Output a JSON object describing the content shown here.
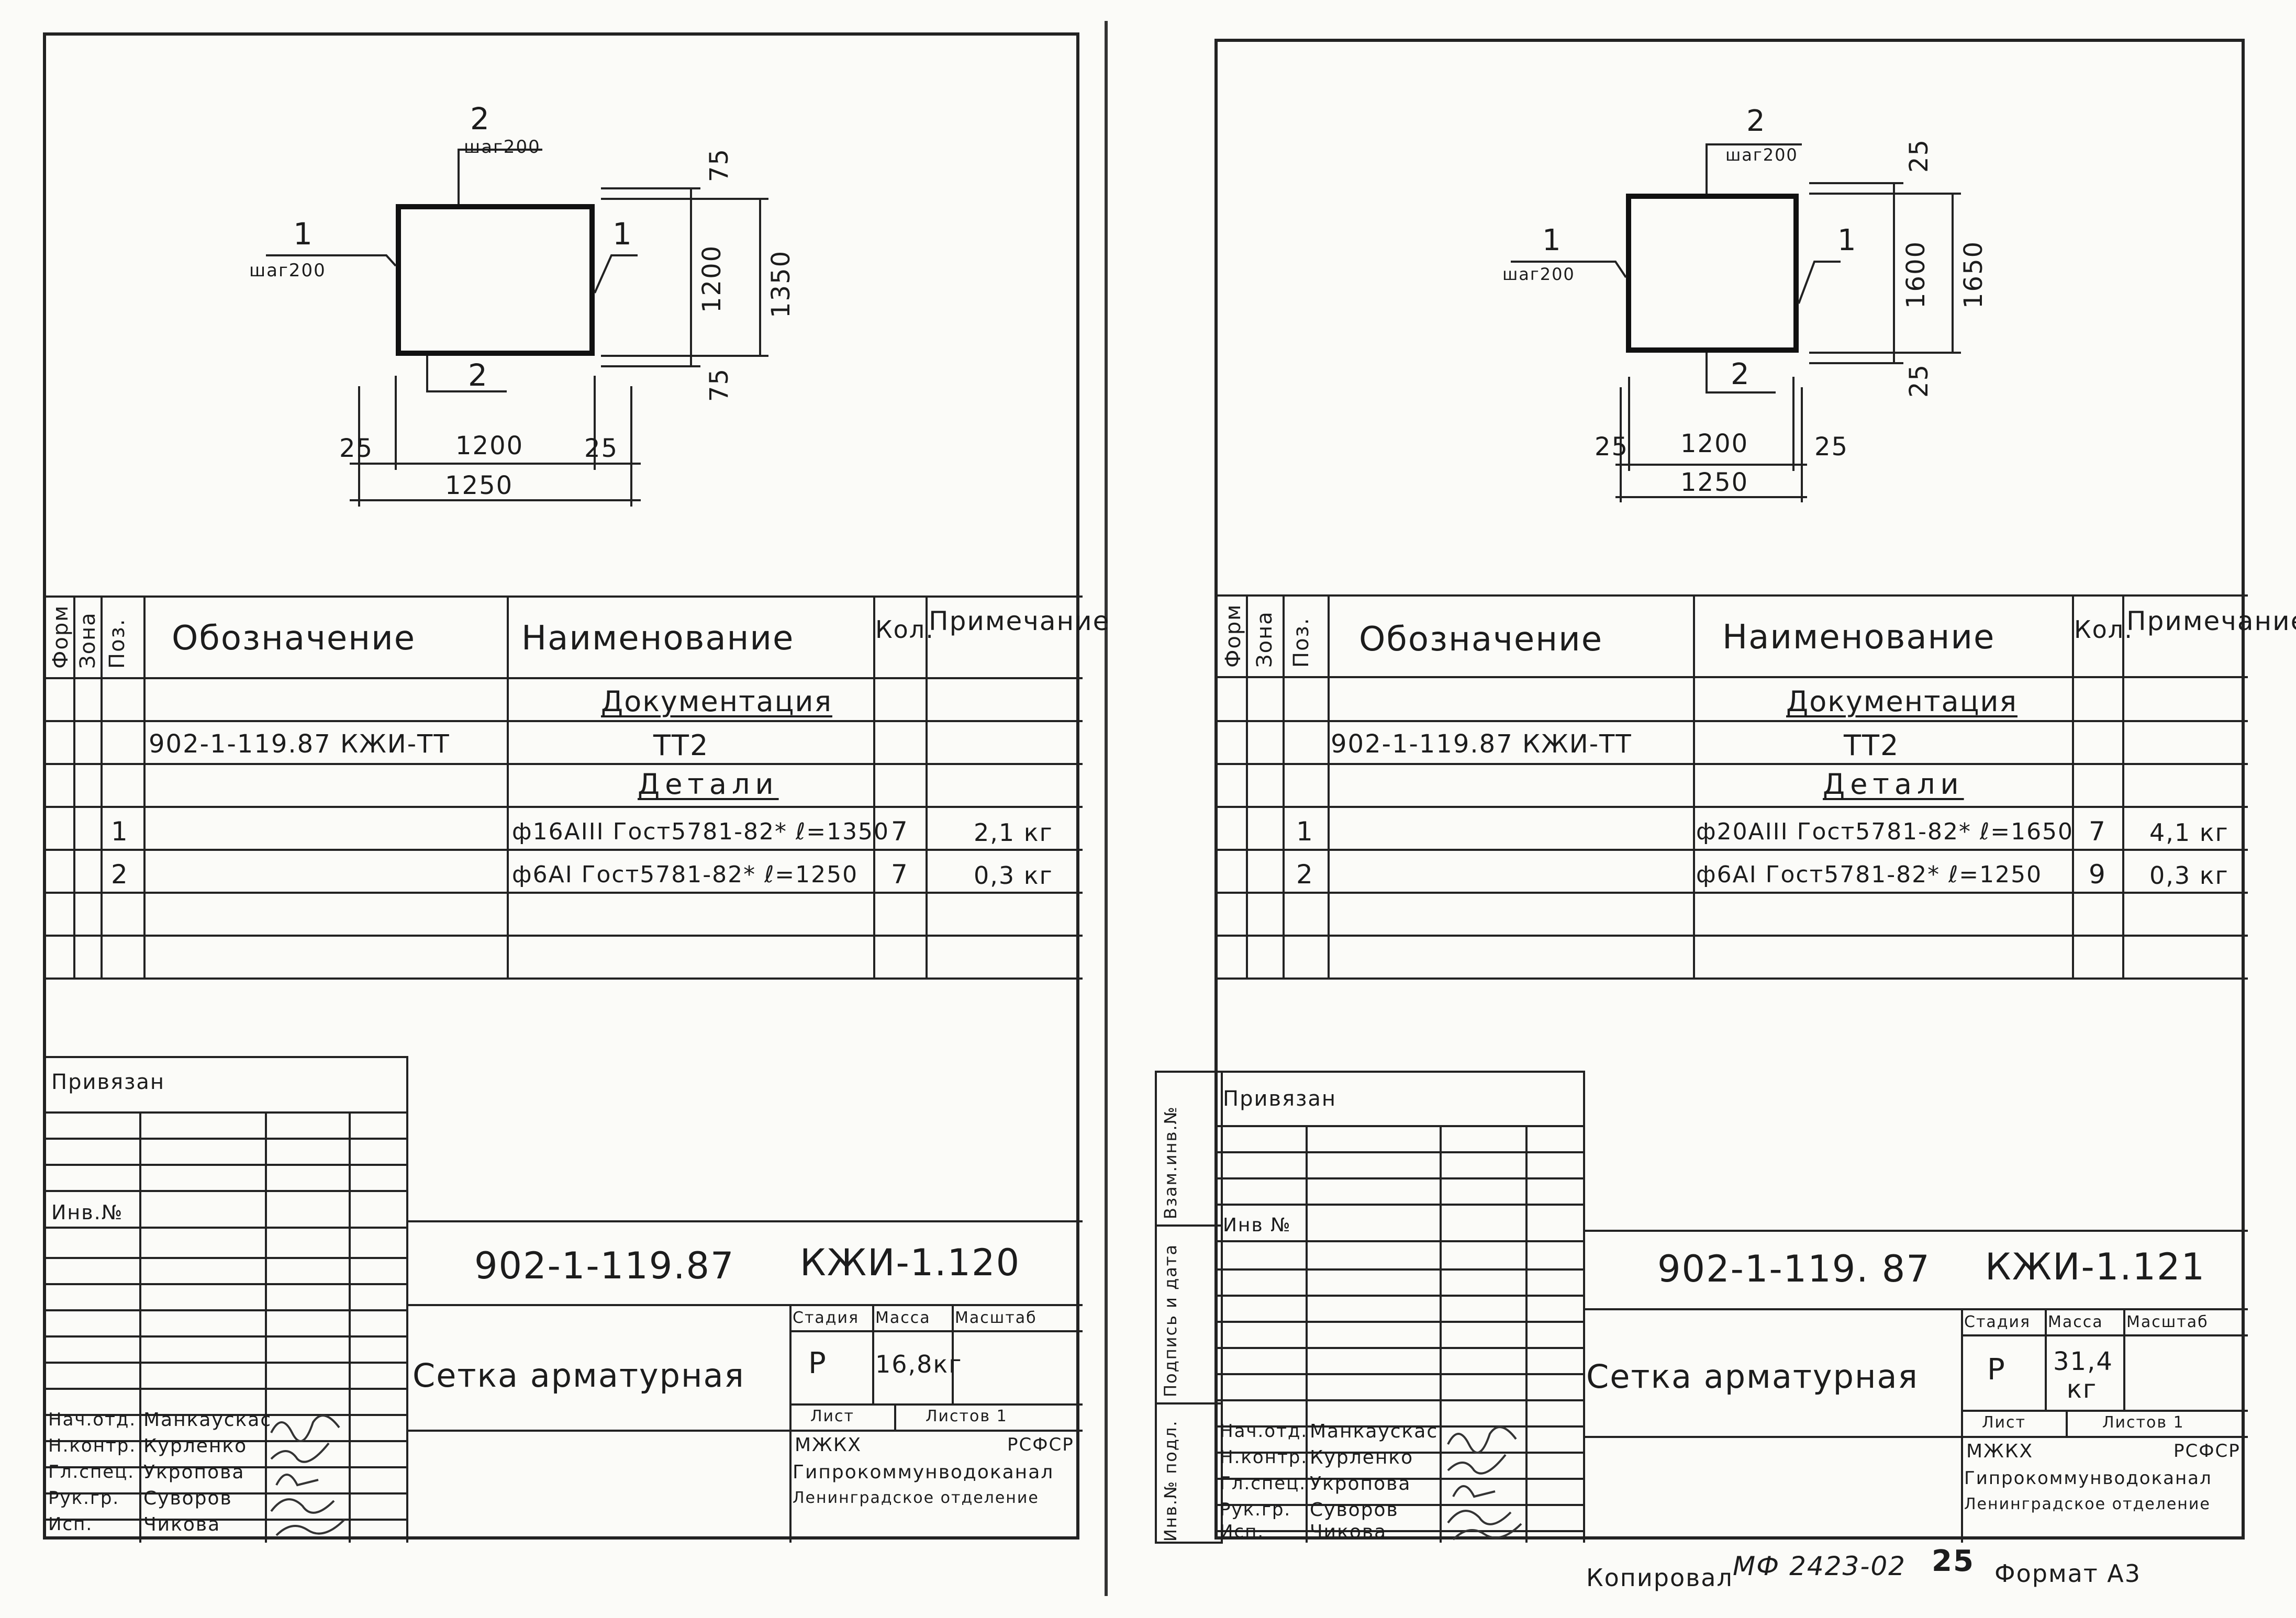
{
  "sheets": [
    {
      "drawing": {
        "bar_top_label": "2",
        "bar_top_step": "шаг200",
        "bar_left_label": "1",
        "bar_left_step": "шаг200",
        "bar_right_label": "1",
        "bar_bottom_label": "2",
        "dim_top": "75",
        "dim_height": "1200",
        "dim_total_h": "1350",
        "dim_bottom": "75",
        "dim_left": "25",
        "dim_width": "1200",
        "dim_right": "25",
        "dim_total_w": "1250"
      },
      "spec": {
        "headers": {
          "format": "Форм",
          "zone": "Зона",
          "pos": "Поз.",
          "designation": "Обозначение",
          "name": "Наименование",
          "qty": "Кол.",
          "note": "Примечание"
        },
        "rows": [
          {
            "pos": "",
            "designation": "",
            "name": "Документация",
            "qty": "",
            "note": ""
          },
          {
            "pos": "",
            "designation": "902-1-119.87 КЖИ-ТТ",
            "name": "ТТ2",
            "qty": "",
            "note": ""
          },
          {
            "pos": "",
            "designation": "",
            "name": "Детали",
            "qty": "",
            "note": ""
          },
          {
            "pos": "1",
            "designation": "",
            "name": "ф16АIII Гост5781-82* ℓ=1350",
            "qty": "7",
            "note": "2,1 кг"
          },
          {
            "pos": "2",
            "designation": "",
            "name": "ф6АI Гост5781-82* ℓ=1250",
            "qty": "7",
            "note": "0,3 кг"
          }
        ]
      },
      "stamp": {
        "privyazan": "Привязан",
        "inv": "Инв.№",
        "code": "902-1-119.87",
        "sheet_code": "КЖИ-1.120",
        "title": "Сетка арматурная",
        "stage_label": "Стадия",
        "mass_label": "Масса",
        "scale_label": "Масштаб",
        "stage": "Р",
        "mass": "16,8кг",
        "list_label": "Лист",
        "lists_label": "Листов 1",
        "org1": "МЖКХ",
        "org2": "РСФСР",
        "org3": "Гипрокоммунводоканал",
        "org4": "Ленинградское отделение",
        "people": [
          {
            "role": "Нач.отд.",
            "name": "Манкаускас"
          },
          {
            "role": "Н.контр.",
            "name": "Курленко"
          },
          {
            "role": "Гл.спец.",
            "name": "Укропова"
          },
          {
            "role": "Рук.гр.",
            "name": "Суворов"
          },
          {
            "role": "Исп.",
            "name": "Чикова"
          }
        ]
      }
    },
    {
      "drawing": {
        "bar_top_label": "2",
        "bar_top_step": "шаг200",
        "bar_left_label": "1",
        "bar_left_step": "шаг200",
        "bar_right_label": "1",
        "bar_bottom_label": "2",
        "dim_top": "25",
        "dim_height": "1600",
        "dim_total_h": "1650",
        "dim_bottom": "25",
        "dim_left": "25",
        "dim_width": "1200",
        "dim_right": "25",
        "dim_total_w": "1250"
      },
      "spec": {
        "headers": {
          "format": "Форм",
          "zone": "Зона",
          "pos": "Поз.",
          "designation": "Обозначение",
          "name": "Наименование",
          "qty": "Кол.",
          "note": "Примечание"
        },
        "rows": [
          {
            "pos": "",
            "designation": "",
            "name": "Документация",
            "qty": "",
            "note": ""
          },
          {
            "pos": "",
            "designation": "902-1-119.87 КЖИ-ТТ",
            "name": "ТТ2",
            "qty": "",
            "note": ""
          },
          {
            "pos": "",
            "designation": "",
            "name": "Детали",
            "qty": "",
            "note": ""
          },
          {
            "pos": "1",
            "designation": "",
            "name": "ф20АIII Гост5781-82* ℓ=1650",
            "qty": "7",
            "note": "4,1 кг"
          },
          {
            "pos": "2",
            "designation": "",
            "name": "ф6АI Гост5781-82* ℓ=1250",
            "qty": "9",
            "note": "0,3 кг"
          }
        ]
      },
      "stamp": {
        "privyazan": "Привязан",
        "inv": "Инв №",
        "side_labels": [
          "Инв.№ подл.",
          "Подпись и дата",
          "Взам.инв.№"
        ],
        "code": "902-1-119. 87",
        "sheet_code": "КЖИ-1.121",
        "title": "Сетка арматурная",
        "stage_label": "Стадия",
        "mass_label": "Масса",
        "scale_label": "Масштаб",
        "stage": "Р",
        "mass": "31,4 кг",
        "list_label": "Лист",
        "lists_label": "Листов 1",
        "org1": "МЖКХ",
        "org2": "РСФСР",
        "org3": "Гипрокоммунводоканал",
        "org4": "Ленинградское отделение",
        "people": [
          {
            "role": "Нач.отд.",
            "name": "Манкаускас"
          },
          {
            "role": "Н.контр.",
            "name": "Курленко"
          },
          {
            "role": "Гл.спец.",
            "name": "Укропова"
          },
          {
            "role": "Рук.гр.",
            "name": "Суворов"
          },
          {
            "role": "Исп.",
            "name": "Чикова"
          }
        ]
      }
    }
  ],
  "footer": {
    "copied": "Копировал",
    "number": "МФ 2423-02",
    "page": "25",
    "format": "Формат А3"
  }
}
